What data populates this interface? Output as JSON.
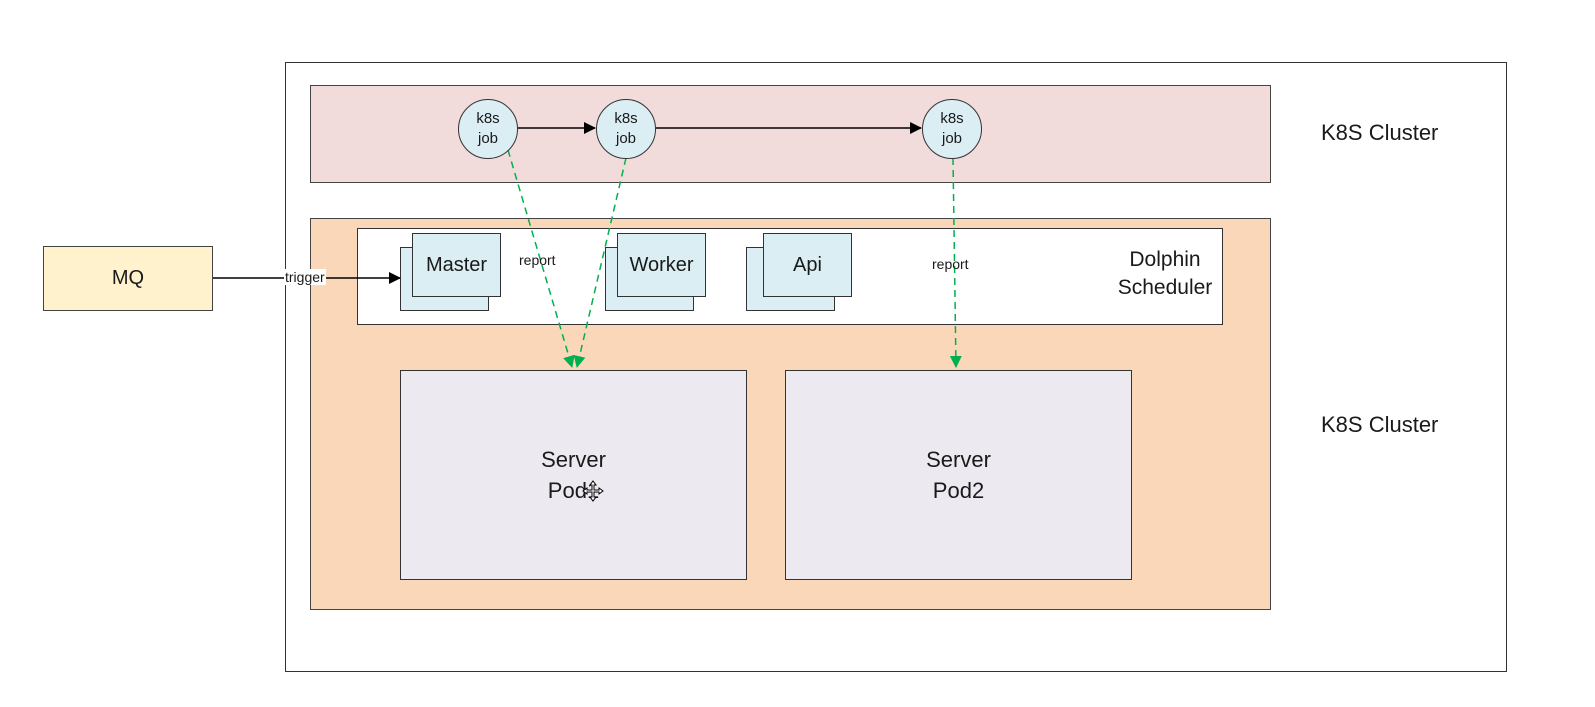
{
  "diagram": {
    "top_cluster_label": "K8S Cluster",
    "bottom_cluster_label": "K8S Cluster",
    "mq_label": "MQ",
    "trigger_label": "trigger",
    "report_label_1": "report",
    "report_label_2": "report",
    "dolphin_scheduler_label": "Dolphin\nScheduler",
    "components": {
      "master": "Master",
      "worker": "Worker",
      "api": "Api"
    },
    "jobs": [
      {
        "label": "k8s\njob"
      },
      {
        "label": "k8s\njob"
      },
      {
        "label": "k8s\njob"
      }
    ],
    "pods": [
      {
        "label": "Server\nPod1"
      },
      {
        "label": "Server\nPod2"
      }
    ]
  },
  "colors": {
    "job_band": "#f2dcdb",
    "main_band": "#fad7b9",
    "mq": "#fff2cc",
    "component": "#dbeef4",
    "pod": "#ece9f0",
    "report_arrow": "#00b050",
    "arrow": "#000000"
  },
  "icons": {
    "cursor": "move-cursor-icon"
  }
}
